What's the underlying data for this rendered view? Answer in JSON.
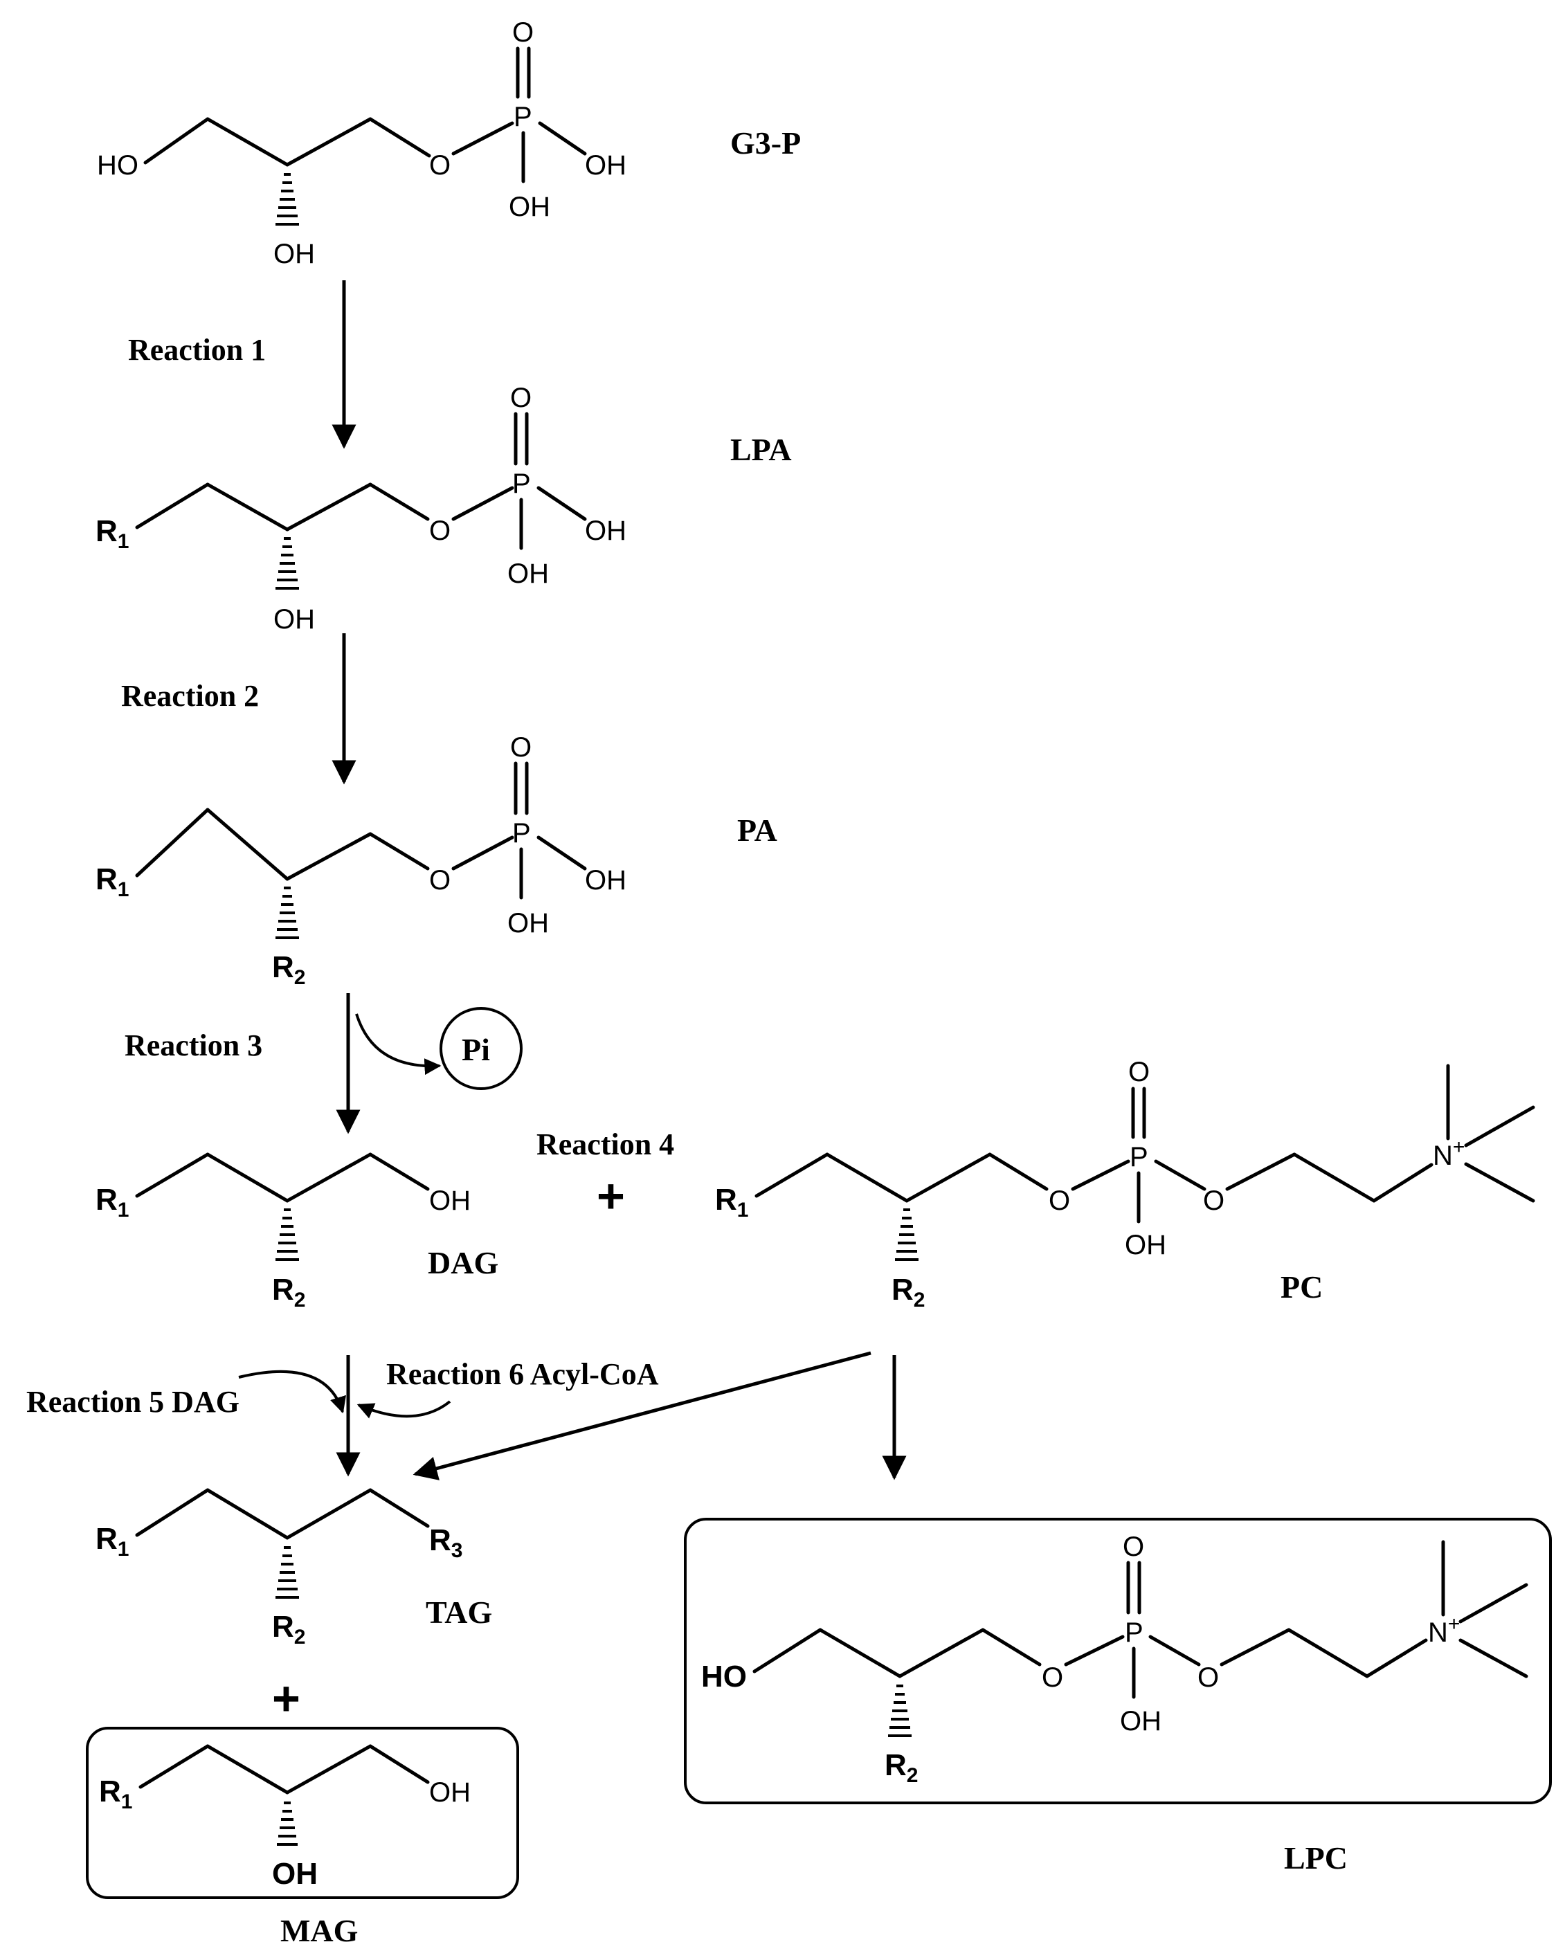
{
  "compounds": {
    "g3p": "G3-P",
    "lpa": "LPA",
    "pa": "PA",
    "dag": "DAG",
    "pc": "PC",
    "tag": "TAG",
    "mag": "MAG",
    "lpc": "LPC"
  },
  "reactions": {
    "r1": "Reaction 1",
    "r2": "Reaction 2",
    "r3": "Reaction 3",
    "r4": "Reaction 4",
    "r5": "Reaction 5 DAG",
    "r6": "Reaction 6 Acyl-CoA"
  },
  "byproduct": "Pi",
  "plus_sign": "+",
  "atoms": {
    "O": "O",
    "P": "P",
    "OH": "OH",
    "HO": "HO",
    "N": "N",
    "charge": "+",
    "R": "R",
    "n1": "1",
    "n2": "2",
    "n3": "3"
  }
}
